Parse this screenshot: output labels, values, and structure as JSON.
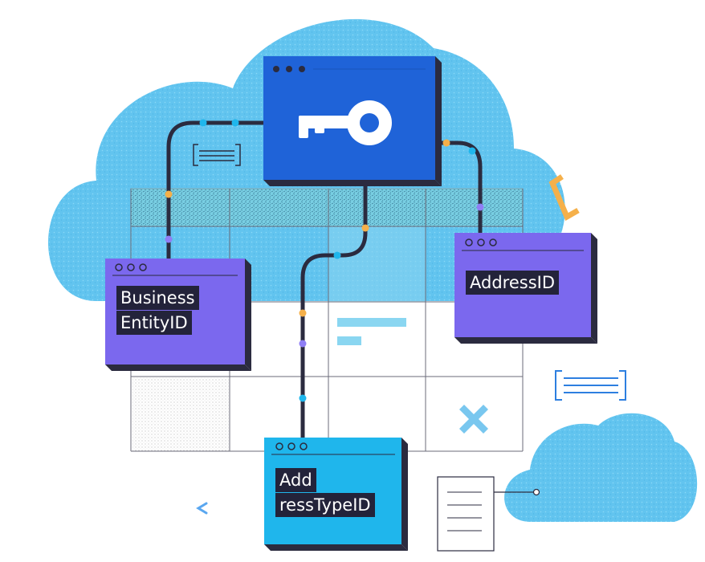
{
  "diagram": {
    "nodes": {
      "key_window": {
        "icon": "key-icon",
        "color": "#1f63d8"
      },
      "business_entity": {
        "label_line1": "Business",
        "label_line2": "EntityID",
        "color": "#7b68ee"
      },
      "address": {
        "label": "AddressID",
        "color": "#7b68ee"
      },
      "address_type": {
        "label_line1": "Add",
        "label_line2": "ressTypeID",
        "color": "#1fb6ec"
      }
    },
    "connections": [
      {
        "from": "key_window",
        "to": "business_entity"
      },
      {
        "from": "key_window",
        "to": "address"
      },
      {
        "from": "key_window",
        "to": "address_type"
      }
    ],
    "decorations": [
      "cloud-shape",
      "table-grid",
      "text-block-icon",
      "bracket-icon",
      "close-x-icon",
      "chevron-left-icon",
      "document-icon"
    ],
    "colors": {
      "cloud": "#6fcdf2",
      "connector": "#2b2b3f",
      "dot_orange": "#f5b04a",
      "dot_cyan": "#1fb6ec",
      "dot_purple": "#8f7ff5"
    }
  }
}
